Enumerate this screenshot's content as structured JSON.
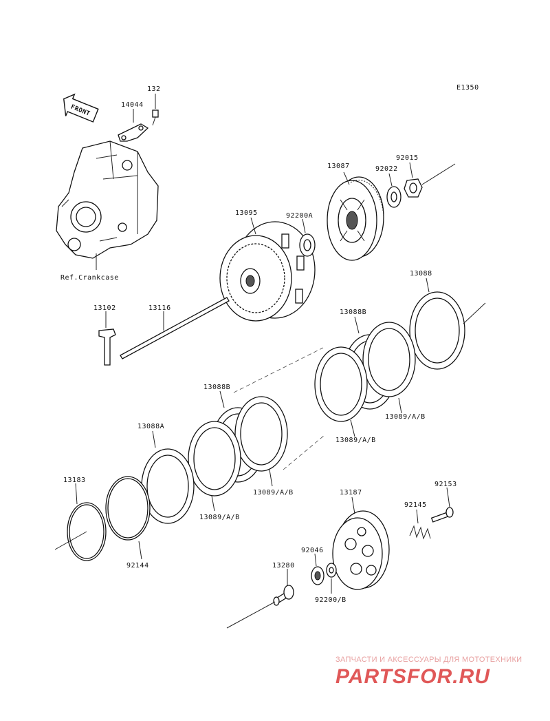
{
  "diagram": {
    "code": "E1350",
    "front_arrow_label": "FRONT",
    "crankcase_ref": "Ref.Crankcase"
  },
  "labels": {
    "p132": "132",
    "p14044": "14044",
    "p13087": "13087",
    "p92022": "92022",
    "p92015": "92015",
    "p13095": "13095",
    "p92200a": "92200A",
    "p13088": "13088",
    "p13102": "13102",
    "p13116": "13116",
    "p13088b_upper": "13088B",
    "p13089_upper": "13089/A/B",
    "p13088b_mid": "13088B",
    "p13089_mid": "13089/A/B",
    "p13088a": "13088A",
    "p13089_lower_right": "13089/A/B",
    "p13089_lower_left": "13089/A/B",
    "p13183": "13183",
    "p92144": "92144",
    "p13187": "13187",
    "p92153": "92153",
    "p92145": "92145",
    "p92046": "92046",
    "p13280": "13280",
    "p92200b": "92200/B"
  },
  "watermark": {
    "tagline": "ЗАПЧАСТИ И АКСЕССУАРЫ ДЛЯ МОТОТЕХНИКИ",
    "logo": "PARTSFOR.RU"
  }
}
